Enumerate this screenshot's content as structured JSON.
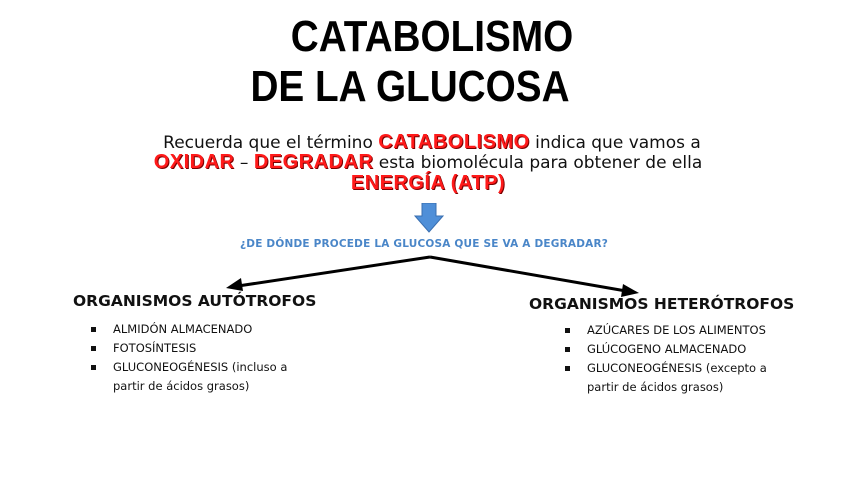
{
  "slide": {
    "title_line1": "CATABOLISMO",
    "title_line2": "DE LA GLUCOSA",
    "intro": {
      "line1_a": "Recuerda que el término ",
      "line1_red": "CATABOLISMO",
      "line1_b": " indica que vamos a",
      "line2_red1": "OXIDAR",
      "line2_sep": " – ",
      "line2_red2": "DEGRADAR",
      "line2_b": " esta biomolécula para obtener de ella",
      "line3_red": "ENERGÍA (ATP)"
    },
    "question": "¿DE DÓNDE PROCEDE LA GLUCOSA QUE SE VA A DEGRADAR?",
    "autotrofos": {
      "title": "ORGANISMOS AUTÓTROFOS",
      "items": [
        "ALMIDÓN ALMACENADO",
        "FOTOSÍNTESIS",
        "GLUCONEOGÉNESIS (incluso a",
        "partir de ácidos grasos)"
      ]
    },
    "heterotrofos": {
      "title": "ORGANISMOS HETERÓTROFOS",
      "items": [
        "AZÚCARES DE LOS ALIMENTOS",
        "GLÚCOGENO ALMACENADO",
        "GLUCONEOGÉNESIS (excepto a",
        "partir de ácidos grasos)"
      ]
    },
    "colors": {
      "highlight_red": "#ff1a1a",
      "question_blue": "#4a86c8",
      "arrow_blue": "#4f8fd8"
    },
    "icons": {
      "down_arrow": "down-arrow-icon",
      "branch_arrows": "branch-arrows-icon"
    }
  }
}
